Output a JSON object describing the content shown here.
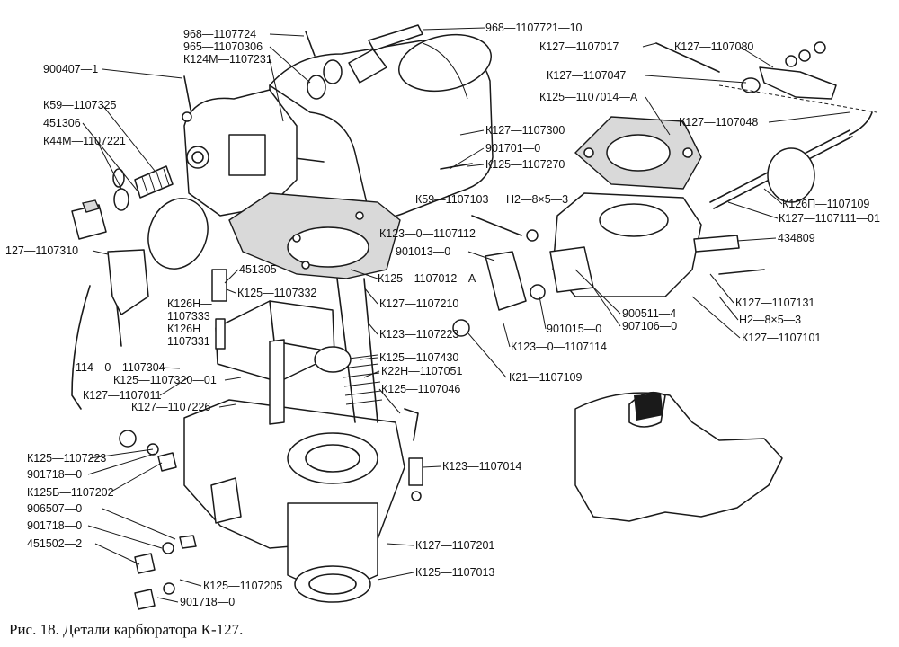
{
  "caption": "Рис. 18. Детали карбюратора К-127.",
  "labels": [
    "968—1107724",
    "965—11070306",
    "К124М—1107231",
    "968—1107721—10",
    "К127—1107017",
    "К127—1107080",
    "К127—1107047",
    "900407—1",
    "К125—1107014—А",
    "К59—1107325",
    "К127—1107048",
    "451306",
    "К127—1107300",
    "К44М—1107221",
    "901701—0",
    "К125—1107270",
    "К59—1107103",
    "Н2—8×5—3",
    "К126П—1107109",
    "К127—1107111—01",
    "К123—0—1107112",
    "434809",
    "127—1107310",
    "901013—0",
    "451305",
    "К125—1107012—А",
    "К127—1107131",
    "К125—1107332",
    "К127—1107210",
    "900511—4",
    "Н2—8×5—3",
    "К126Н—",
    "1107333",
    "907106—0",
    "К126Н",
    "К123—1107223",
    "901015—0",
    "К127—1107101",
    "1107331",
    "К123—0—1107114",
    "К125—1107430",
    "114—0—1107304",
    "К22Н—1107051",
    "К21—1107109",
    "К125—1107320—01",
    "К125—1107046",
    "К127—1107011",
    "К127—1107226",
    "К125—1107223",
    "К123—1107014",
    "901718—0",
    "К125Б—1107202",
    "906507—0",
    "901718—0",
    "К127—1107201",
    "451502—2",
    "К125—1107013",
    "К125—1107205",
    "901718—0"
  ]
}
